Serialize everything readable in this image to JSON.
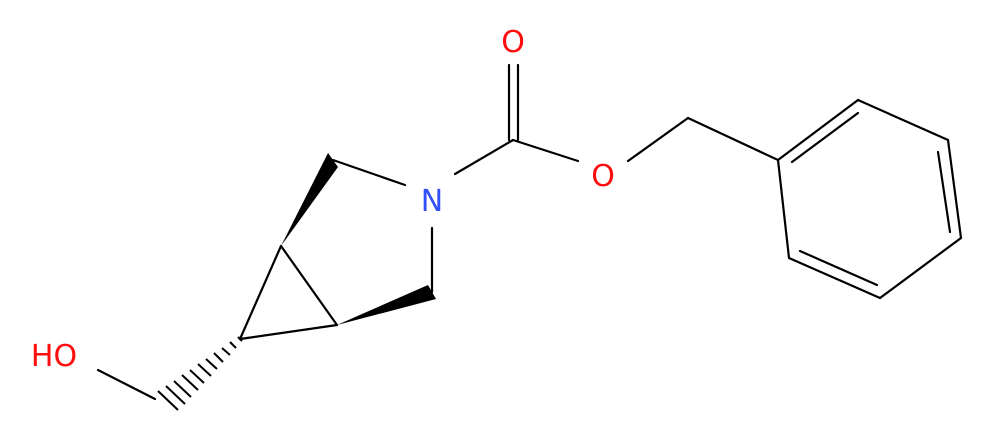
{
  "molecule": {
    "atoms": {
      "carbonyl_oxygen": {
        "symbol": "O",
        "color": "#ff0d0d"
      },
      "ester_oxygen": {
        "symbol": "O",
        "color": "#ff0d0d"
      },
      "ring_nitrogen": {
        "symbol": "N",
        "color": "#3050f8"
      },
      "hydroxyl": {
        "symbol": "HO",
        "color": "#ff0d0d"
      }
    },
    "bond_color": "#000000"
  }
}
